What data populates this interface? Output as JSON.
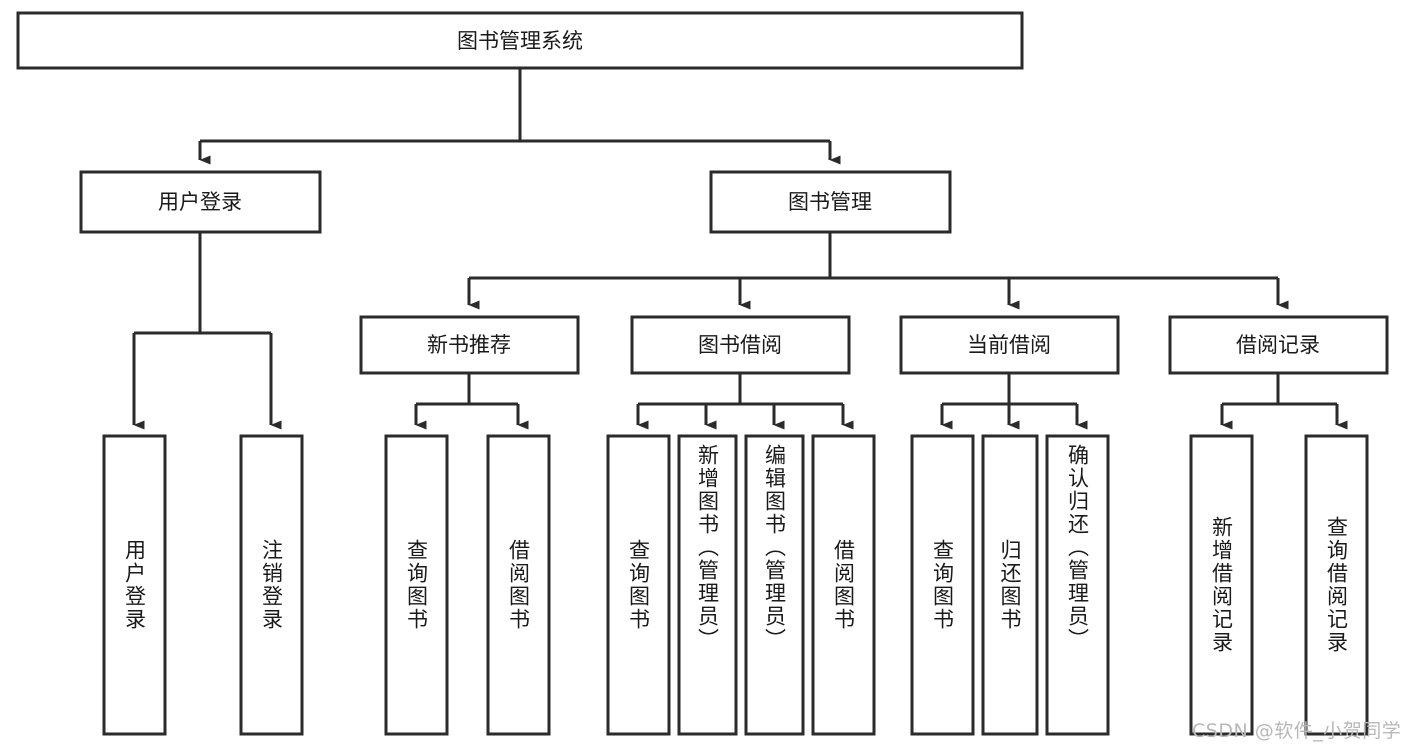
{
  "diagram": {
    "title": "图书管理系统",
    "type": "hierarchy-tree",
    "root": {
      "id": "root",
      "label": "图书管理系统",
      "level": 0,
      "orientation": "horizontal"
    },
    "level2": [
      {
        "id": "user-login",
        "label": "用户登录",
        "orientation": "horizontal"
      },
      {
        "id": "book-management",
        "label": "图书管理",
        "orientation": "horizontal"
      }
    ],
    "level3": [
      {
        "id": "new-book-recommend",
        "label": "新书推荐",
        "parent": "book-management",
        "orientation": "horizontal"
      },
      {
        "id": "book-borrow",
        "label": "图书借阅",
        "parent": "book-management",
        "orientation": "horizontal"
      },
      {
        "id": "current-borrow",
        "label": "当前借阅",
        "parent": "book-management",
        "orientation": "horizontal"
      },
      {
        "id": "borrow-record",
        "label": "借阅记录",
        "parent": "book-management",
        "orientation": "horizontal"
      }
    ],
    "leaves": [
      {
        "id": "leaf-user-login",
        "label": "用户登录",
        "parent": "user-login",
        "orientation": "vertical"
      },
      {
        "id": "leaf-user-logout",
        "label": "注销登录",
        "parent": "user-login",
        "orientation": "vertical"
      },
      {
        "id": "leaf-query-book-1",
        "label": "查询图书",
        "parent": "new-book-recommend",
        "orientation": "vertical"
      },
      {
        "id": "leaf-borrow-book-1",
        "label": "借阅图书",
        "parent": "new-book-recommend",
        "orientation": "vertical"
      },
      {
        "id": "leaf-query-book-2",
        "label": "查询图书",
        "parent": "book-borrow",
        "orientation": "vertical"
      },
      {
        "id": "leaf-add-book",
        "label": "新增图书（管理员）",
        "parent": "book-borrow",
        "orientation": "vertical"
      },
      {
        "id": "leaf-edit-book",
        "label": "编辑图书（管理员）",
        "parent": "book-borrow",
        "orientation": "vertical"
      },
      {
        "id": "leaf-borrow-book-2",
        "label": "借阅图书",
        "parent": "book-borrow",
        "orientation": "vertical"
      },
      {
        "id": "leaf-query-book-3",
        "label": "查询图书",
        "parent": "current-borrow",
        "orientation": "vertical"
      },
      {
        "id": "leaf-return-book",
        "label": "归还图书",
        "parent": "current-borrow",
        "orientation": "vertical"
      },
      {
        "id": "leaf-confirm-return",
        "label": "确认归还（管理员）",
        "parent": "current-borrow",
        "orientation": "vertical"
      },
      {
        "id": "leaf-add-record",
        "label": "新增借阅记录",
        "parent": "borrow-record",
        "orientation": "vertical"
      },
      {
        "id": "leaf-query-record",
        "label": "查询借阅记录",
        "parent": "borrow-record",
        "orientation": "vertical"
      }
    ],
    "colors": {
      "stroke": "#2b2b2b",
      "fill": "#ffffff",
      "text": "#1a1a1a",
      "background": "#ffffff",
      "watermark": "#b8b8b8"
    }
  },
  "watermark": {
    "text": "CSDN @软件_小贺同学"
  }
}
